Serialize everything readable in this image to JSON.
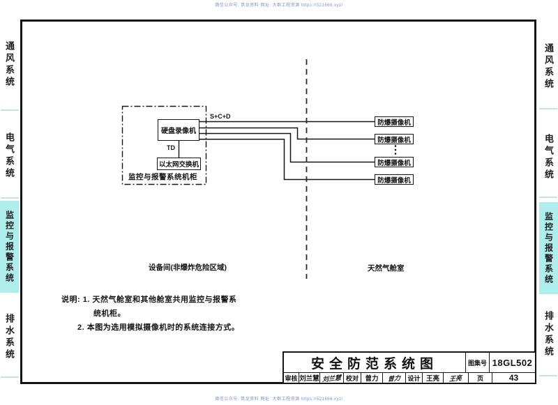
{
  "watermark": {
    "top": "微信公众号: 筑龙资料  网址: 大群工程资源 https://521666.xyz/",
    "bottom": "微信公众号: 筑龙资料  网址: 大群工程资源 https://521666.xyz/"
  },
  "colors": {
    "sidebar_highlight": "#aeeeec",
    "watermark_text": "#7b8fd4",
    "line_color": "#141414"
  },
  "sidebar": {
    "sections": [
      {
        "label": "通风系统",
        "highlighted": false
      },
      {
        "label": "电气系统",
        "highlighted": false
      },
      {
        "label": "监控与报警系统",
        "highlighted": true
      },
      {
        "label": "排水系统",
        "highlighted": false
      }
    ]
  },
  "diagram": {
    "cabinet": {
      "label": "监控与报警系统机柜",
      "recorder": "硬盘录像机",
      "switch": "以太网交换机",
      "connection_label": "TD"
    },
    "bus_label": "S+C+D",
    "cameras": [
      "防爆摄像机",
      "防爆摄像机",
      "防爆摄像机",
      "防爆摄像机"
    ],
    "ellipsis": "⋮",
    "zones": {
      "left": "设备间(非爆炸危险区域)",
      "right": "天然气舱室"
    }
  },
  "notes": {
    "line1": "说明: 1. 天然气舱室和其他舱室共用监控与报警系",
    "line2": "统机柜。",
    "line3": "2. 本图为选用模拟摄像机时的系统连接方式。"
  },
  "titleblock": {
    "title": "安全防范系统图",
    "atlas_no_label": "图集号",
    "atlas_no": "18GL502",
    "reviewer_label": "审核",
    "reviewer": "刘兰慧",
    "reviewer_sig": "刘兰慧",
    "checker_label": "校对",
    "checker": "曾力",
    "checker_sig": "曾力",
    "designer_label": "设计",
    "designer": "王亮",
    "designer_sig": "王亮",
    "page_label": "页",
    "page_number": "43"
  }
}
